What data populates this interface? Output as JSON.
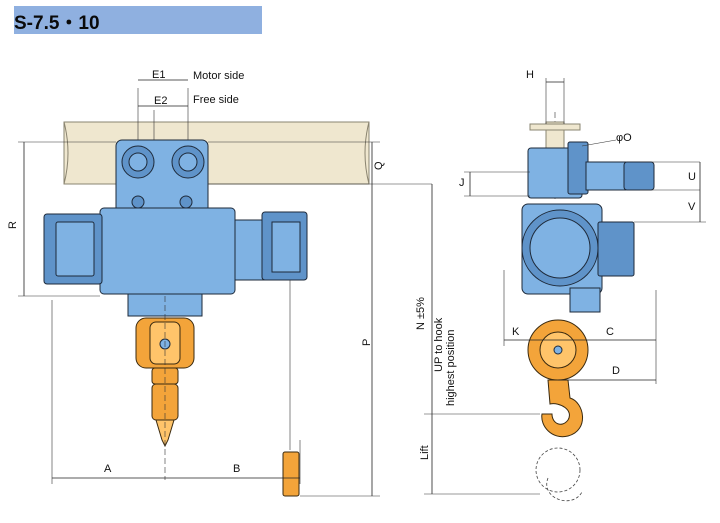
{
  "title": "S-7.5・10",
  "labels": {
    "e1": "E1",
    "e2": "E2",
    "motor_side": "Motor side",
    "free_side": "Free side",
    "q": "Q",
    "r": "R",
    "p": "P",
    "a": "A",
    "b": "B",
    "h": "H",
    "phi_o": "φO",
    "j": "J",
    "u": "U",
    "v": "V",
    "k": "K",
    "c": "C",
    "d": "D",
    "n_tolerance": "N ±5%",
    "up_to_hook": "UP to hook",
    "highest_position": "highest position",
    "lift": "Lift"
  }
}
